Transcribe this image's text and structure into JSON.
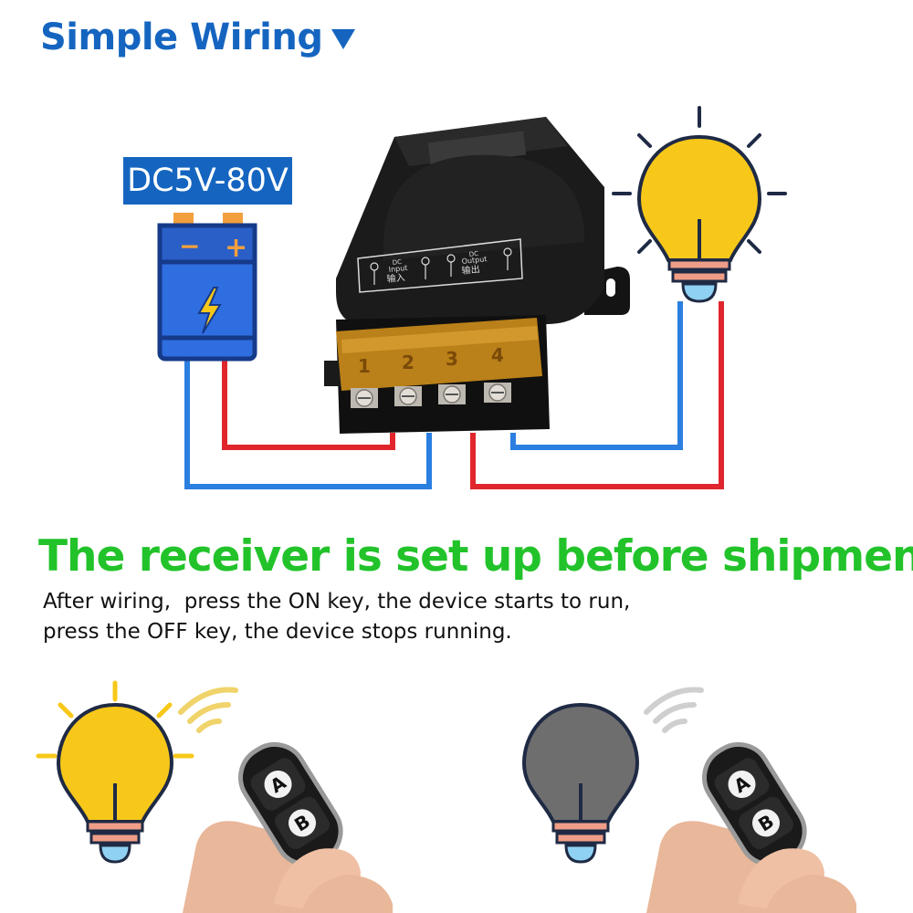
{
  "header": {
    "title": "Simple Wiring",
    "arrow_icon": "triangle-down-icon"
  },
  "power_badge": {
    "label": "DC5V-80V"
  },
  "battery": {
    "minus": "−",
    "plus": "+",
    "icon": "lightning-icon"
  },
  "receiver": {
    "input_label_en": "Input",
    "input_label_cn": "输入",
    "output_label_en": "Output",
    "output_label_cn": "输出",
    "dc_tag": "DC",
    "terminals": [
      "1",
      "2",
      "3",
      "4"
    ]
  },
  "subtitle": "The receiver is set up before shipment",
  "description": {
    "line1": "After wiring,  press the ON key, the device starts to run,",
    "line2": "press the OFF key, the device stops running."
  },
  "remote": {
    "button_a": "A",
    "button_b": "B"
  },
  "colors": {
    "brand_blue": "#1565c0",
    "wire_red": "#e0262c",
    "wire_blue": "#2a7fe0",
    "subtitle_green": "#22c32a",
    "bulb_on": "#f7c81a",
    "bulb_off": "#6e6e6e",
    "battery_blue": "#2f6ee0"
  }
}
